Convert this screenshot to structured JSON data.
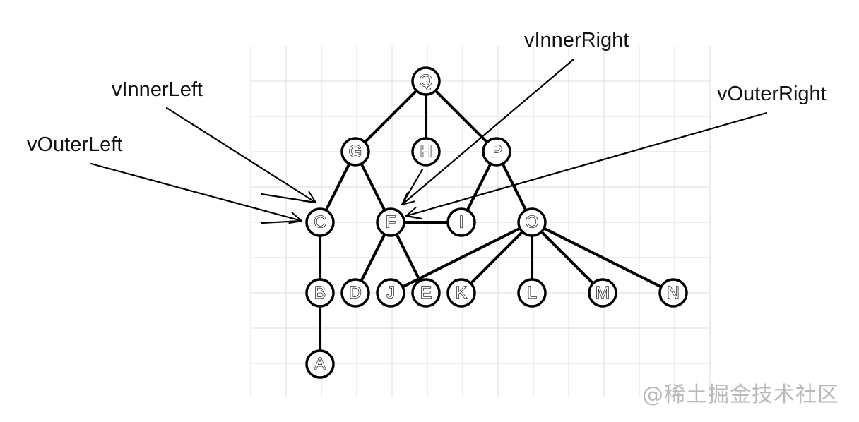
{
  "diagram": {
    "nodes": [
      {
        "id": "Q",
        "label": "Q"
      },
      {
        "id": "G",
        "label": "G"
      },
      {
        "id": "H",
        "label": "H"
      },
      {
        "id": "P",
        "label": "P"
      },
      {
        "id": "C",
        "label": "C"
      },
      {
        "id": "F",
        "label": "F"
      },
      {
        "id": "I",
        "label": "I"
      },
      {
        "id": "O",
        "label": "O"
      },
      {
        "id": "B",
        "label": "B"
      },
      {
        "id": "D",
        "label": "D"
      },
      {
        "id": "J",
        "label": "J"
      },
      {
        "id": "E",
        "label": "E"
      },
      {
        "id": "K",
        "label": "K"
      },
      {
        "id": "L",
        "label": "L"
      },
      {
        "id": "M",
        "label": "M"
      },
      {
        "id": "N",
        "label": "N"
      },
      {
        "id": "A",
        "label": "A"
      }
    ],
    "edges": [
      [
        "Q",
        "G"
      ],
      [
        "Q",
        "H"
      ],
      [
        "Q",
        "P"
      ],
      [
        "G",
        "C"
      ],
      [
        "G",
        "F"
      ],
      [
        "P",
        "I"
      ],
      [
        "P",
        "O"
      ],
      [
        "C",
        "B"
      ],
      [
        "B",
        "A"
      ],
      [
        "F",
        "D"
      ],
      [
        "F",
        "E"
      ],
      [
        "F",
        "I"
      ],
      [
        "O",
        "J"
      ],
      [
        "O",
        "K"
      ],
      [
        "O",
        "L"
      ],
      [
        "O",
        "M"
      ],
      [
        "O",
        "N"
      ]
    ],
    "pointers": [
      {
        "label": "vInnerLeft",
        "target": "C"
      },
      {
        "label": "vOuterLeft",
        "target": "C"
      },
      {
        "label": "vInnerRight",
        "target": "F"
      },
      {
        "label": "vOuterRight",
        "target": "F"
      }
    ]
  },
  "watermark": "@稀土掘金技术社区"
}
